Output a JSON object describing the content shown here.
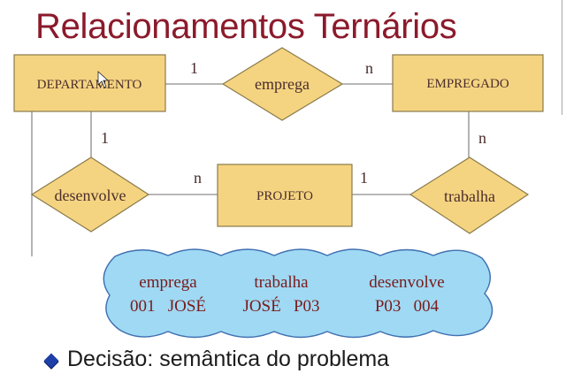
{
  "slide": {
    "title": "Relacionamentos Ternários",
    "bullet": "Decisão: semântica do problema"
  },
  "diagram": {
    "entities": {
      "departamento": "DEPARTAMENTO",
      "empregado": "EMPREGADO",
      "projeto": "PROJETO"
    },
    "relationships": {
      "emprega": "emprega",
      "desenvolve": "desenvolve",
      "trabalha": "trabalha"
    },
    "cardinalities": {
      "dep_emprega": "1",
      "emprega_emp": "n",
      "dep_desenvolve": "1",
      "desenvolve_proj": "n",
      "proj_trabalha": "1",
      "emp_trabalha": "n"
    },
    "examples": {
      "emprega": {
        "name": "emprega",
        "values": "001   JOSÉ"
      },
      "trabalha": {
        "name": "trabalha",
        "values": "JOSÉ   P03"
      },
      "desenvolve": {
        "name": "desenvolve",
        "values": "P03   004"
      }
    }
  },
  "colors": {
    "entity_fill": "#f5d481",
    "entity_stroke": "#8a7a4a",
    "cloud_fill": "#9fd9f4",
    "cloud_stroke": "#3f6fb0",
    "title": "#8b1a2b"
  }
}
